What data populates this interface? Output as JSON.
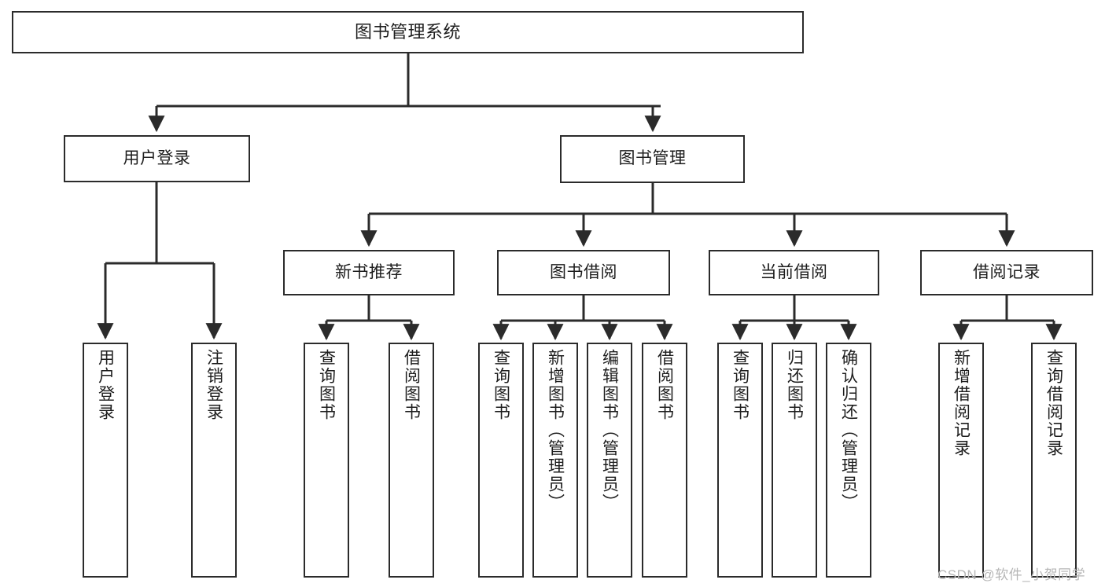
{
  "diagram": {
    "title": "图书管理系统",
    "root": {
      "id": "root",
      "label": "图书管理系统"
    },
    "level2": [
      {
        "id": "user-login",
        "label": "用户登录"
      },
      {
        "id": "book-manage",
        "label": "图书管理"
      }
    ],
    "level3": [
      {
        "id": "new-book-recommend",
        "label": "新书推荐"
      },
      {
        "id": "book-borrow",
        "label": "图书借阅"
      },
      {
        "id": "current-borrow",
        "label": "当前借阅"
      },
      {
        "id": "borrow-record",
        "label": "借阅记录"
      }
    ],
    "leaves": {
      "user_login": [
        {
          "id": "leaf-user-login",
          "label": "用户登录"
        },
        {
          "id": "leaf-logout-login",
          "label": "注销登录"
        }
      ],
      "new_book_recommend": [
        {
          "id": "leaf-query-book-1",
          "label": "查询图书"
        },
        {
          "id": "leaf-borrow-book-1",
          "label": "借阅图书"
        }
      ],
      "book_borrow": [
        {
          "id": "leaf-query-book-2",
          "label": "查询图书"
        },
        {
          "id": "leaf-add-book",
          "label": "新增图书（管理员）"
        },
        {
          "id": "leaf-edit-book",
          "label": "编辑图书（管理员）"
        },
        {
          "id": "leaf-borrow-book-2",
          "label": "借阅图书"
        }
      ],
      "current_borrow": [
        {
          "id": "leaf-query-book-3",
          "label": "查询图书"
        },
        {
          "id": "leaf-return-book",
          "label": "归还图书"
        },
        {
          "id": "leaf-confirm-return",
          "label": "确认归还（管理员）"
        }
      ],
      "borrow_record": [
        {
          "id": "leaf-add-record",
          "label": "新增借阅记录"
        },
        {
          "id": "leaf-query-record",
          "label": "查询借阅记录"
        }
      ]
    }
  },
  "watermark": {
    "text": "CSDN @软件_小贺同学"
  },
  "colors": {
    "stroke": "#2b2b2b",
    "background": "#ffffff",
    "text": "#1d1d1d",
    "watermark": "#b6b6b6"
  }
}
